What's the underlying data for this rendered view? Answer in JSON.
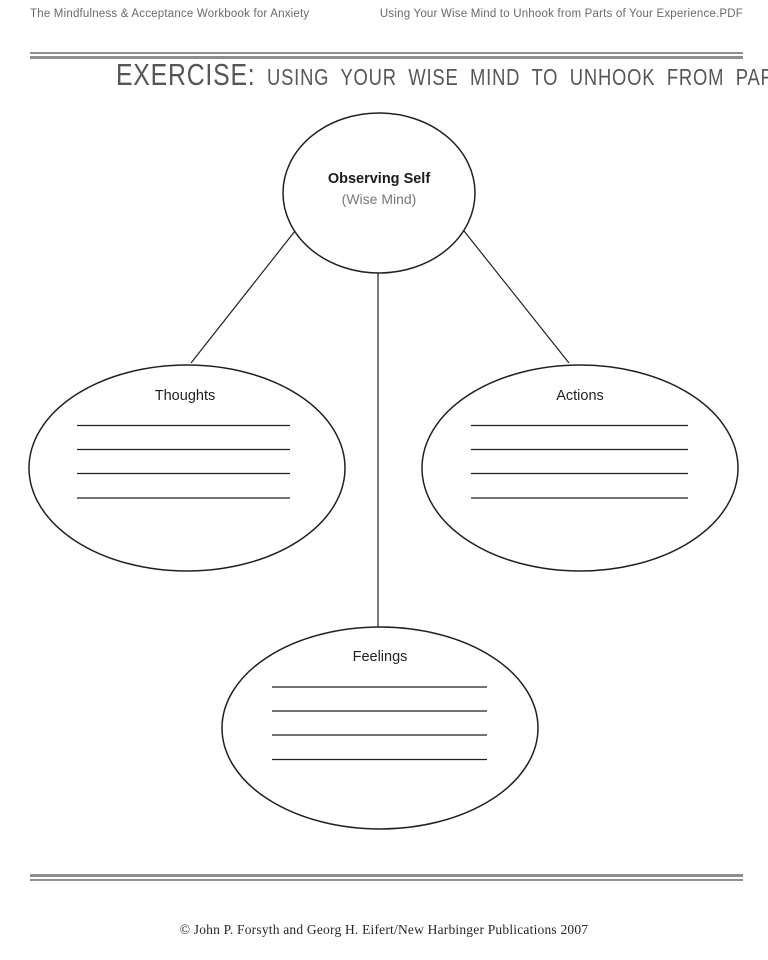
{
  "header": {
    "left": "The Mindfulness & Acceptance Workbook for Anxiety",
    "right": "Using Your Wise Mind to Unhook from Parts of Your Experience.PDF"
  },
  "title": {
    "prefix": "EXERCISE:",
    "rest": "USING YOUR WISE MIND TO UNHOOK FROM PARTS OF YOUR EXPERIENCE"
  },
  "diagram": {
    "type": "concept-map",
    "center_node": {
      "id": "observing-self",
      "label": "Observing Self",
      "sublabel": "(Wise Mind)"
    },
    "nodes": [
      {
        "id": "thoughts",
        "label": "Thoughts",
        "blank_lines": 4
      },
      {
        "id": "actions",
        "label": "Actions",
        "blank_lines": 4
      },
      {
        "id": "feelings",
        "label": "Feelings",
        "blank_lines": 4
      }
    ],
    "edges": [
      {
        "from": "observing-self",
        "to": "thoughts"
      },
      {
        "from": "observing-self",
        "to": "actions"
      },
      {
        "from": "observing-self",
        "to": "feelings"
      }
    ]
  },
  "footer": {
    "text": "© John P. Forsyth and Georg H. Eifert/New Harbinger Publications 2007"
  },
  "colors": {
    "rule_gray": "#8d8e90",
    "title_gray": "#54565a",
    "header_gray": "#68696b",
    "ink": "#231f20",
    "muted_label": "#77787a"
  }
}
